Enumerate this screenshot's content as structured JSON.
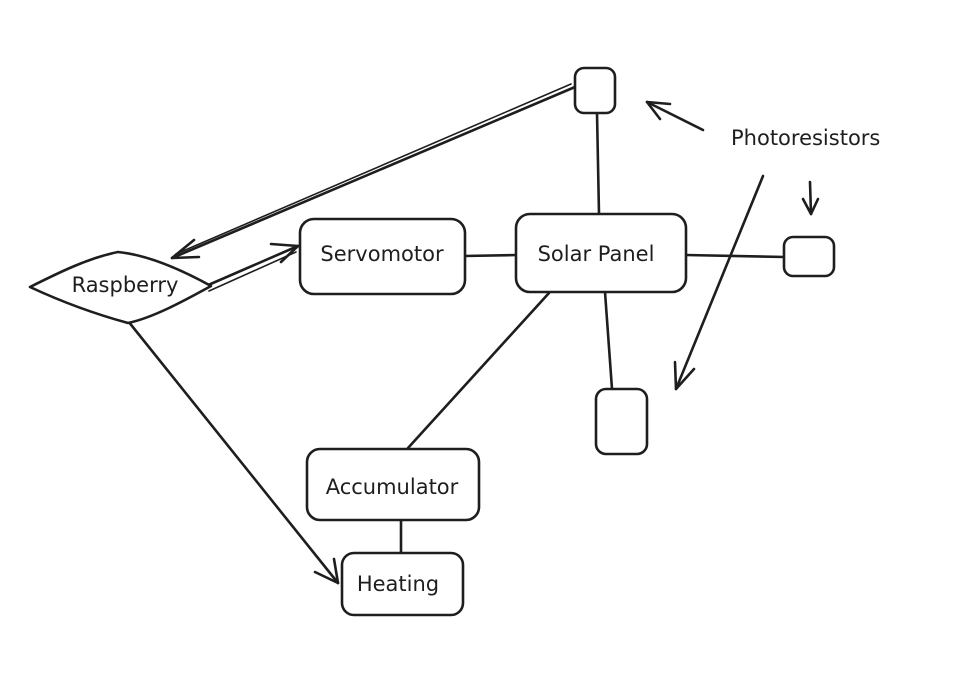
{
  "nodes": {
    "raspberry": {
      "label": "Raspberry"
    },
    "servomotor": {
      "label": "Servomotor"
    },
    "solar_panel": {
      "label": "Solar Panel"
    },
    "accumulator": {
      "label": "Accumulator"
    },
    "heating": {
      "label": "Heating"
    }
  },
  "annotations": {
    "photoresistors": "Photoresistors"
  },
  "edges": [
    {
      "from": "photoresistor-top",
      "to": "raspberry",
      "arrow": true
    },
    {
      "from": "raspberry",
      "to": "servomotor",
      "arrow": true
    },
    {
      "from": "servomotor",
      "to": "solar_panel",
      "arrow": false
    },
    {
      "from": "solar_panel",
      "to": "photoresistor-top",
      "arrow": false
    },
    {
      "from": "solar_panel",
      "to": "photoresistor-right",
      "arrow": false
    },
    {
      "from": "solar_panel",
      "to": "photoresistor-bottom",
      "arrow": false
    },
    {
      "from": "solar_panel",
      "to": "accumulator",
      "arrow": false
    },
    {
      "from": "accumulator",
      "to": "heating",
      "arrow": false
    },
    {
      "from": "raspberry",
      "to": "heating",
      "arrow": true
    }
  ],
  "colors": {
    "stroke": "#1e1e1e",
    "background": "#ffffff"
  }
}
